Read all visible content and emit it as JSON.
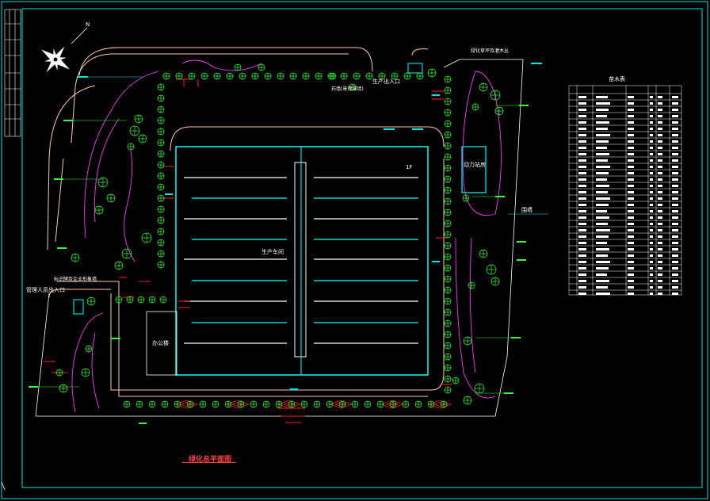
{
  "labels": {
    "title": "绿化总平面图",
    "production_entrance": "生产出入口",
    "staff_entrance": "管理人员出入口",
    "production_workshop": "生产车间",
    "office": "办公楼",
    "power_station": "动力站房",
    "floor_1f": "1F",
    "north_mark": "N",
    "plant_table_title": "苗木表",
    "legend_top_right": "绿化草坪及灌木丛",
    "stone_label": "石墙(景观围墙)",
    "fence_label": "围墙",
    "sign_label": "标识牌及企业形象墙"
  },
  "colors": {
    "background": "#000000",
    "frame": "#00e5e5",
    "building": "#00ffff",
    "tree": "#33ff33",
    "path": "#ff33ff",
    "leader": "#ff2020",
    "road": "#ffccaa"
  }
}
